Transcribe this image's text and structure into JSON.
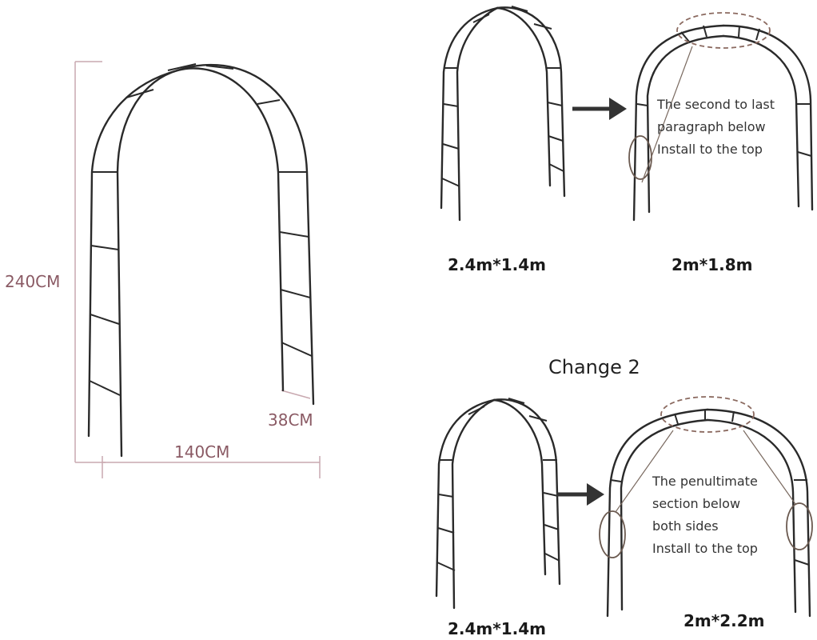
{
  "main_arch": {
    "height_label": "240CM",
    "width_label": "140CM",
    "depth_label": "38CM"
  },
  "change1": {
    "from_size": "2.4m*1.4m",
    "to_size": "2m*1.8m",
    "note_lines": [
      "The second to last",
      "paragraph below",
      "Install to the top"
    ]
  },
  "change2": {
    "title": "Change 2",
    "from_size": "2.4m*1.4m",
    "to_size": "2m*2.2m",
    "note_lines": [
      "The penultimate",
      "section below",
      "both sides",
      "Install to the top"
    ]
  }
}
